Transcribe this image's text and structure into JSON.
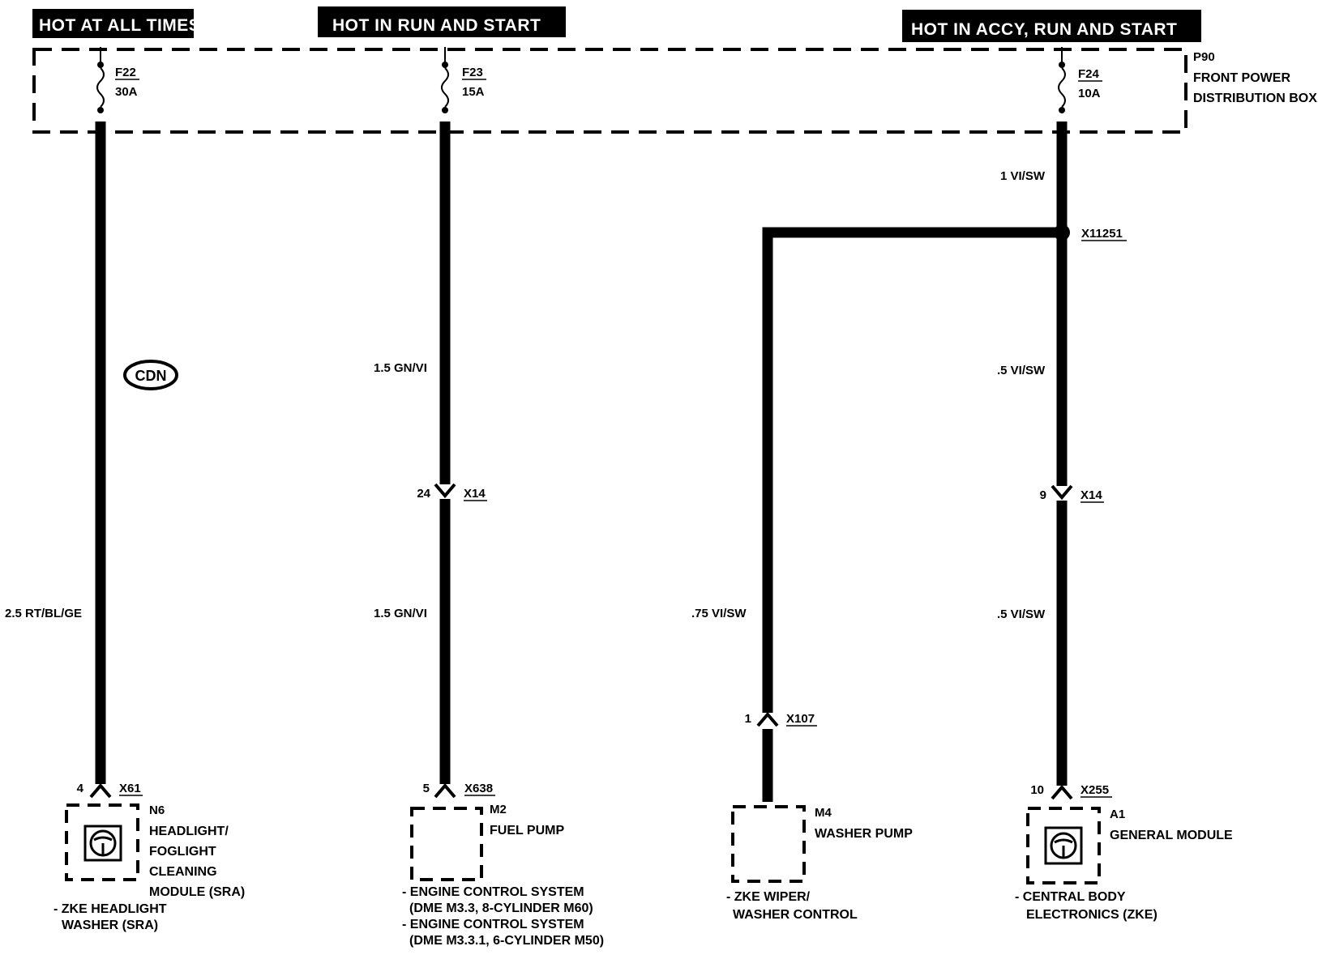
{
  "headers": {
    "hot_at_all_times": "HOT AT ALL TIMES",
    "hot_in_run_start": "HOT IN RUN AND START",
    "hot_in_accy_run_start": "HOT IN ACCY, RUN AND START"
  },
  "power_box": {
    "id": "P90",
    "name_line1": "FRONT POWER",
    "name_line2": "DISTRIBUTION BOX"
  },
  "fuses": [
    {
      "id": "F22",
      "rating": "30A"
    },
    {
      "id": "F23",
      "rating": "15A"
    },
    {
      "id": "F24",
      "rating": "10A"
    }
  ],
  "wires": {
    "w1": "2.5 RT/BL/GE",
    "w2a": "1.5 GN/VI",
    "w2b": "1.5 GN/VI",
    "w3": ".75 VI/SW",
    "w4a": "1 VI/SW",
    "w4b": ".5 VI/SW",
    "w4c": ".5 VI/SW"
  },
  "splice": "X11251",
  "badge": "CDN",
  "connectors": {
    "c_x14_left": {
      "pin": "24",
      "id": "X14"
    },
    "c_x14_right": {
      "pin": "9",
      "id": "X14"
    },
    "c_x107": {
      "pin": "1",
      "id": "X107"
    },
    "c_x61": {
      "pin": "4",
      "id": "X61"
    },
    "c_x638": {
      "pin": "5",
      "id": "X638"
    },
    "c_x255": {
      "pin": "10",
      "id": "X255"
    }
  },
  "components": {
    "n6": {
      "id": "N6",
      "l1": "HEADLIGHT/",
      "l2": "FOGLIGHT",
      "l3": "CLEANING",
      "l4": "MODULE (SRA)",
      "ref1": "- ZKE HEADLIGHT",
      "ref2": "WASHER (SRA)"
    },
    "m2": {
      "id": "M2",
      "l1": "FUEL PUMP",
      "ref1": "- ENGINE CONTROL SYSTEM",
      "ref2": "(DME M3.3, 8-CYLINDER M60)",
      "ref3": "- ENGINE CONTROL SYSTEM",
      "ref4": "(DME M3.3.1, 6-CYLINDER M50)"
    },
    "m4": {
      "id": "M4",
      "l1": "WASHER PUMP",
      "ref1": "- ZKE WIPER/",
      "ref2": "WASHER CONTROL"
    },
    "a1": {
      "id": "A1",
      "l1": "GENERAL MODULE",
      "ref1": "- CENTRAL BODY",
      "ref2": "ELECTRONICS (ZKE)"
    }
  }
}
